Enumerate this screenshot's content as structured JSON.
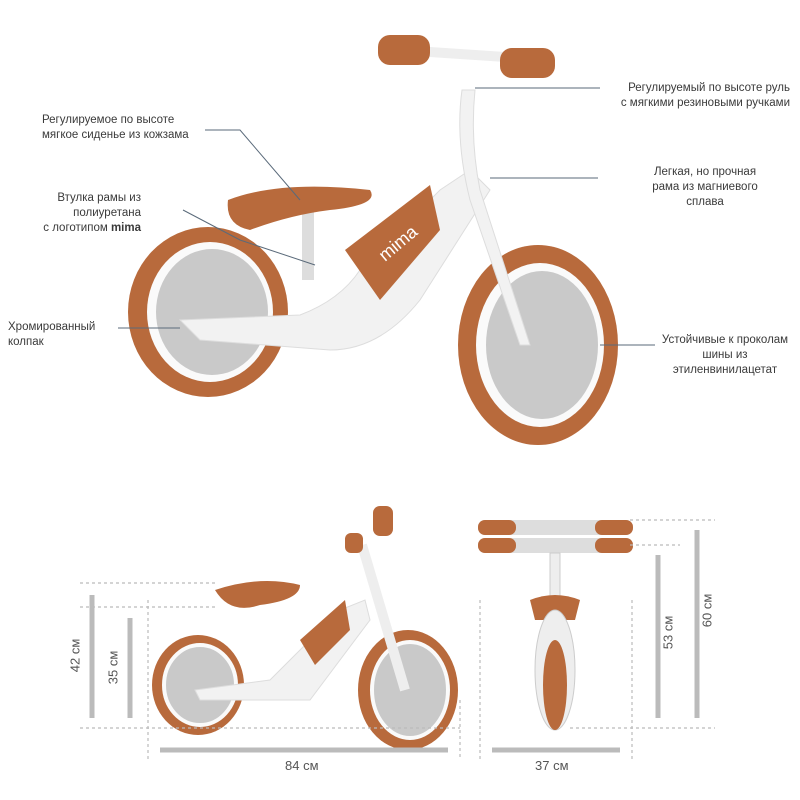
{
  "annotations": {
    "seat": [
      "Регулируемое по высоте",
      "мягкое сиденье из кожзама"
    ],
    "bushing": [
      "Втулка рамы из",
      "полиуретана",
      "с логотипом ",
      "mima"
    ],
    "hubcap": [
      "Хромированный",
      "колпак"
    ],
    "handlebar": [
      "Регулируемый по высоте руль",
      "с мягкими резиновыми ручками"
    ],
    "frame": [
      "Легкая, но прочная",
      "рама из магниевого",
      "сплава"
    ],
    "tires": [
      "Устойчивые к проколам",
      "шины из",
      "этиленвинилацетат"
    ]
  },
  "brand_logo": "mima",
  "dimensions": {
    "seat_height_max": "42 см",
    "seat_height_min": "35 см",
    "length": "84 см",
    "width": "37 см",
    "handlebar_height_min": "53 см",
    "handlebar_height_max": "60 см"
  },
  "colors": {
    "brown": "#b86a3c",
    "white": "#f4f4f4",
    "chrome": "#c9c9c9",
    "line": "#5a6a7a",
    "dim": "#bbbbbb"
  }
}
